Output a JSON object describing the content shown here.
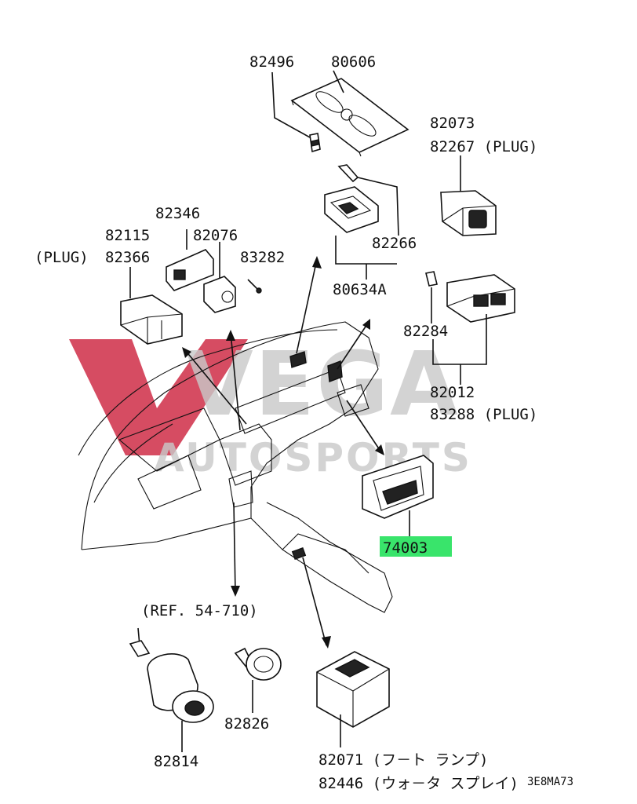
{
  "watermark": {
    "brand": "VEGA",
    "sub": "AUTOSPORTS",
    "color_red": "#c8102e",
    "color_grey": "#c9c9c9"
  },
  "highlight_color": "#39e46b",
  "labels": {
    "p82496": "82496",
    "p80606": "80606",
    "p82073": "82073",
    "p82267": "82267 (PLUG)",
    "p82346": "82346",
    "p82115": "82115",
    "p82076": "82076",
    "plug_left": "(PLUG)",
    "p82366": "82366",
    "p83282": "83282",
    "p82266": "82266",
    "p80634a": "80634A",
    "p82284": "82284",
    "p82012": "82012",
    "p83288": "83288 (PLUG)",
    "p74003": "74003",
    "ref": "(REF. 54-710)",
    "p82826": "82826",
    "p82814": "82814",
    "p82071": "82071 (フ－ト ランプ)",
    "p82446": "82446 (ウォ－タ スプレイ)",
    "code": "3E8MA73"
  }
}
